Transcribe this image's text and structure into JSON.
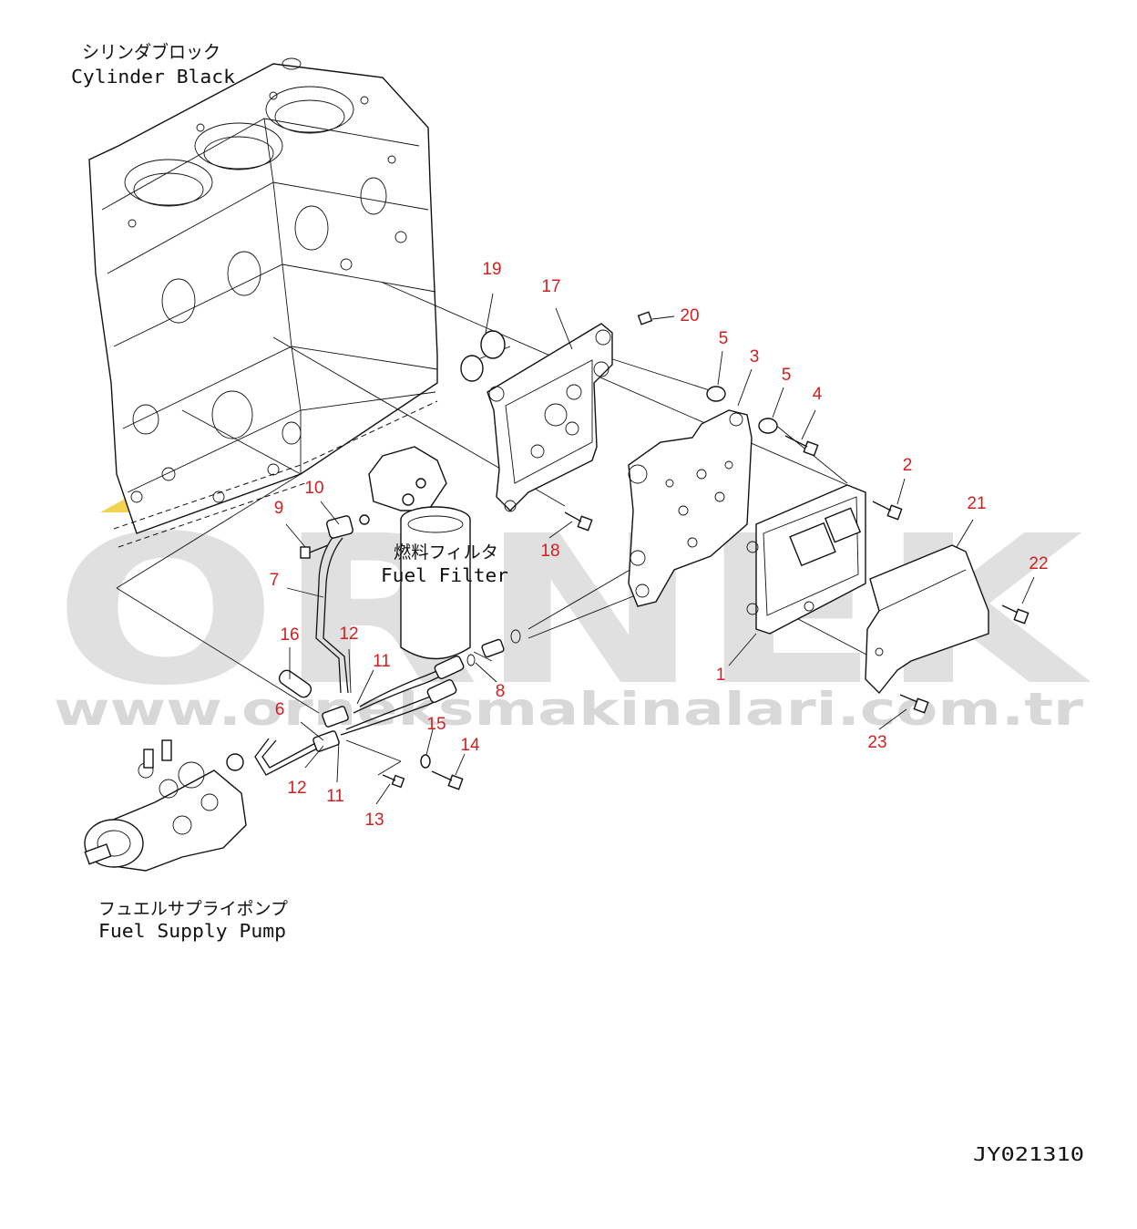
{
  "labels": {
    "cylinder_block_jp": "シリンダブロック",
    "cylinder_block_en": "Cylinder Black",
    "fuel_filter_jp": "燃料フィルタ",
    "fuel_filter_en": "Fuel Filter",
    "fuel_pump_jp": "フュエルサプライポンプ",
    "fuel_pump_en": "Fuel Supply Pump",
    "drawing_code": "JY021310"
  },
  "watermark": {
    "brand": "ORNEK",
    "url": "www.orneksmakinalari.com.tr"
  },
  "colors": {
    "callout": "#d21f1f",
    "line": "#111111",
    "watermark": "#c8c8c8",
    "watermark_accent": "#f0c419"
  },
  "callouts": [
    {
      "id": "n1",
      "text": "1"
    },
    {
      "id": "n2",
      "text": "2"
    },
    {
      "id": "n3",
      "text": "3"
    },
    {
      "id": "n4",
      "text": "4"
    },
    {
      "id": "n5a",
      "text": "5"
    },
    {
      "id": "n5b",
      "text": "5"
    },
    {
      "id": "n6",
      "text": "6"
    },
    {
      "id": "n7",
      "text": "7"
    },
    {
      "id": "n8",
      "text": "8"
    },
    {
      "id": "n9",
      "text": "9"
    },
    {
      "id": "n10",
      "text": "10"
    },
    {
      "id": "n11a",
      "text": "11"
    },
    {
      "id": "n11b",
      "text": "11"
    },
    {
      "id": "n12a",
      "text": "12"
    },
    {
      "id": "n12b",
      "text": "12"
    },
    {
      "id": "n13",
      "text": "13"
    },
    {
      "id": "n14",
      "text": "14"
    },
    {
      "id": "n15",
      "text": "15"
    },
    {
      "id": "n16",
      "text": "16"
    },
    {
      "id": "n17",
      "text": "17"
    },
    {
      "id": "n18",
      "text": "18"
    },
    {
      "id": "n19",
      "text": "19"
    },
    {
      "id": "n20",
      "text": "20"
    },
    {
      "id": "n21",
      "text": "21"
    },
    {
      "id": "n22",
      "text": "22"
    },
    {
      "id": "n23",
      "text": "23"
    }
  ]
}
